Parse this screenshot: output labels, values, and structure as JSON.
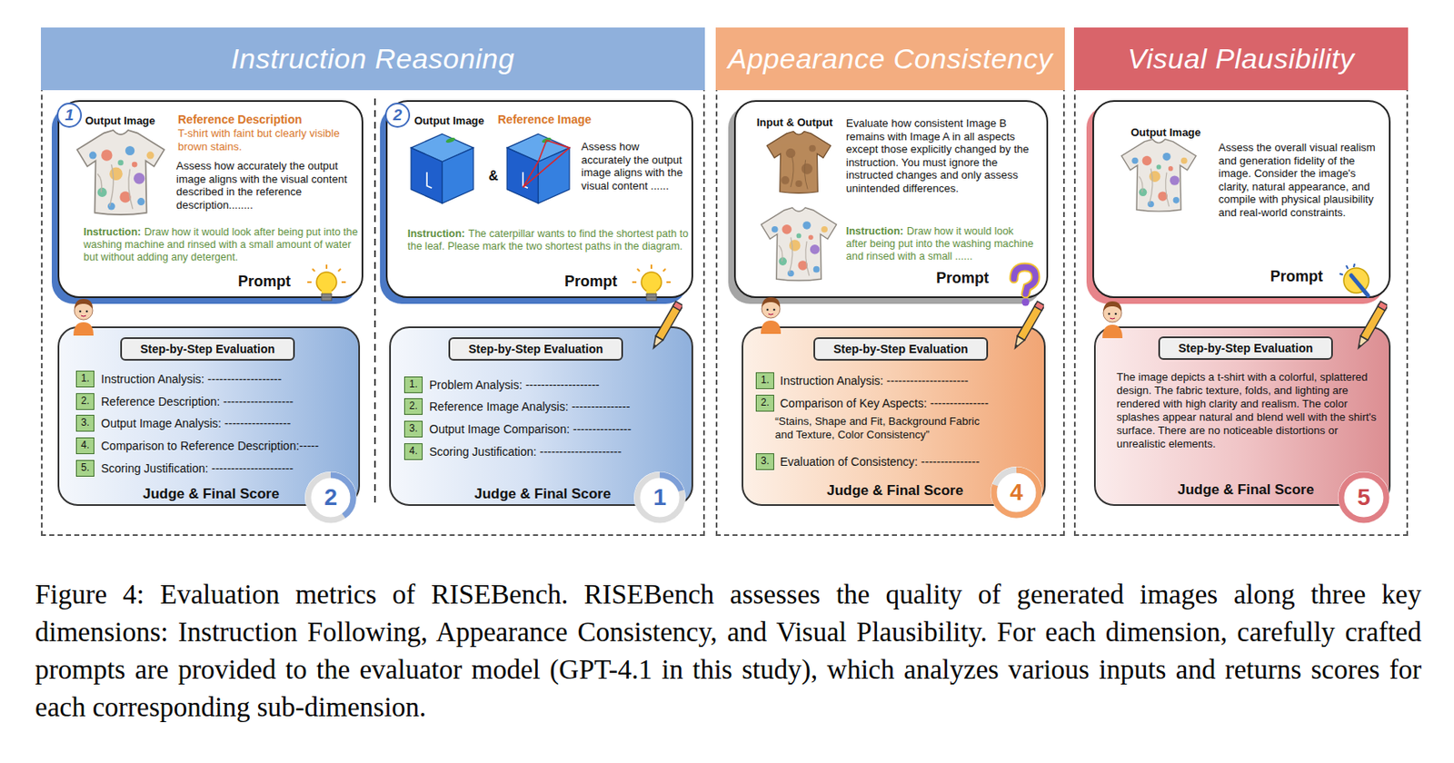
{
  "diagram": {
    "caption": "Figure 4: Evaluation metrics of RISEBench. RISEBench assesses the quality of generated images along three key dimensions: Instruction Following, Appearance Consistency, and Visual Plausibility. For each dimension, carefully crafted prompts are provided to the evaluator model (GPT-4.1 in this study), which analyzes various inputs and returns scores for each corresponding sub-dimension.",
    "nodes": [
      {
        "text": [
          "Instruction Reasoning"
        ]
      },
      {
        "text": [
          "1",
          "Output Image",
          "Reference Description",
          "T-shirt with faint but clearly visible brown stains.",
          "Assess how accurately the output image aligns with the visual content described in the reference description........",
          "Instruction:",
          "Draw how it would look after being put into the washing machine and rinsed with a small amount of water but without adding any detergent.",
          "Prompt"
        ],
        "in": 0
      },
      {
        "text": [
          "Step-by-Step Evaluation",
          "1.",
          "Instruction Analysis: -------------------",
          "2.",
          "Reference Description: ------------------",
          "3.",
          "Output Image Analysis: -----------------",
          "4.",
          "Comparison to Reference Description:-----",
          "5.",
          "Scoring Justification: ---------------------",
          "Judge & Final Score",
          "2"
        ],
        "in": 0
      },
      {
        "text": [
          "2",
          "Output Image",
          "Reference Image",
          "&",
          "Assess how accurately the output image aligns with the visual content ......",
          "Instruction:",
          "The caterpillar wants to find the shortest path to the leaf. Please mark the two shortest paths in the diagram.",
          "Prompt"
        ],
        "in": 0
      },
      {
        "text": [
          "Step-by-Step Evaluation",
          "1.",
          "Problem Analysis: -------------------",
          "2.",
          "Reference Image Analysis: ---------------",
          "3.",
          "Output Image Comparison: ---------------",
          "4.",
          "Scoring Justification: ---------------------",
          "Judge & Final Score",
          "1"
        ],
        "in": 0
      },
      {
        "text": [
          "Appearance Consistency"
        ]
      },
      {
        "text": [
          "Input & Output",
          "Evaluate how consistent Image B remains with Image A in all aspects except those explicitly changed by the instruction. You must ignore the instructed changes and only assess unintended differences.",
          "Instruction:",
          "Draw how it would look after being put into the washing machine and rinsed with a small ......",
          "Prompt"
        ],
        "in": 5
      },
      {
        "text": [
          "Step-by-Step Evaluation",
          "1.",
          "Instruction Analysis: ---------------------",
          "2.",
          "Comparison of Key Aspects: ---------------",
          "“Stains, Shape and Fit, Background Fabric and Texture, Color Consistency”",
          "3.",
          "Evaluation of Consistency: ---------------",
          "Judge & Final Score",
          "4"
        ],
        "in": 5
      },
      {
        "text": [
          "Visual Plausibility"
        ]
      },
      {
        "text": [
          "Output Image",
          "Assess the overall visual realism and generation fidelity of the image. Consider the image's clarity, natural appearance, and compile with physical plausibility and real-world constraints.",
          "Prompt"
        ],
        "in": 8
      },
      {
        "text": [
          "Step-by-Step Evaluation",
          "The image depicts a t-shirt with a colorful, splattered design. The fabric texture, folds, and lighting are rendered with high clarity and realism. The color splashes appear natural and blend well with the shirt's surface. There are no noticeable distortions or unrealistic elements.",
          "Judge & Final Score",
          "5"
        ],
        "in": 8
      }
    ]
  }
}
